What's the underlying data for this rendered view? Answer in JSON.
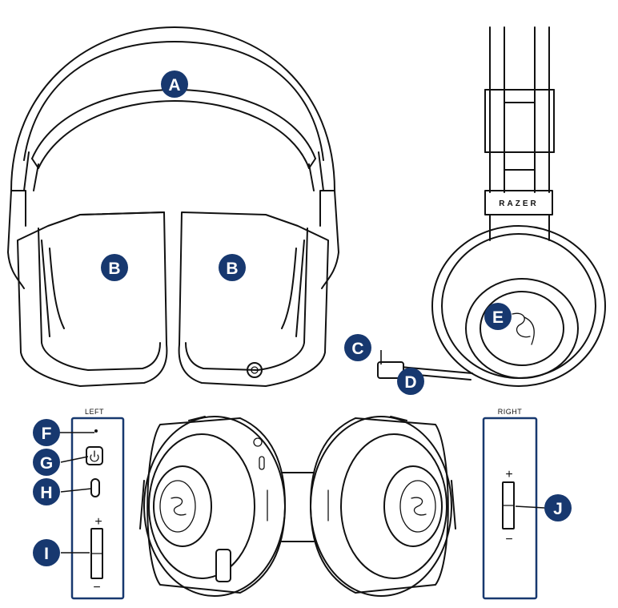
{
  "callouts": [
    {
      "id": "A",
      "letter": "A",
      "part": "headband"
    },
    {
      "id": "B1",
      "letter": "B",
      "part": "left-ear-cushion"
    },
    {
      "id": "B2",
      "letter": "B",
      "part": "right-ear-cushion"
    },
    {
      "id": "C",
      "letter": "C",
      "part": "microphone"
    },
    {
      "id": "D",
      "letter": "D",
      "part": "microphone-boom"
    },
    {
      "id": "E",
      "letter": "E",
      "part": "logo-ear-cup"
    },
    {
      "id": "F",
      "letter": "F",
      "part": "status-led"
    },
    {
      "id": "G",
      "letter": "G",
      "part": "power-button"
    },
    {
      "id": "H",
      "letter": "H",
      "part": "usb-c-port"
    },
    {
      "id": "I",
      "letter": "I",
      "part": "left-volume-rocker"
    },
    {
      "id": "J",
      "letter": "J",
      "part": "right-volume-rocker"
    }
  ],
  "panels": {
    "left": {
      "label": "LEFT",
      "plus": "+",
      "minus": "−"
    },
    "right": {
      "label": "RIGHT",
      "plus": "+",
      "minus": "−"
    }
  },
  "brand_text": "RAZER",
  "colors": {
    "callout_fill": "#17386f",
    "line": "#111111",
    "background": "#ffffff"
  }
}
